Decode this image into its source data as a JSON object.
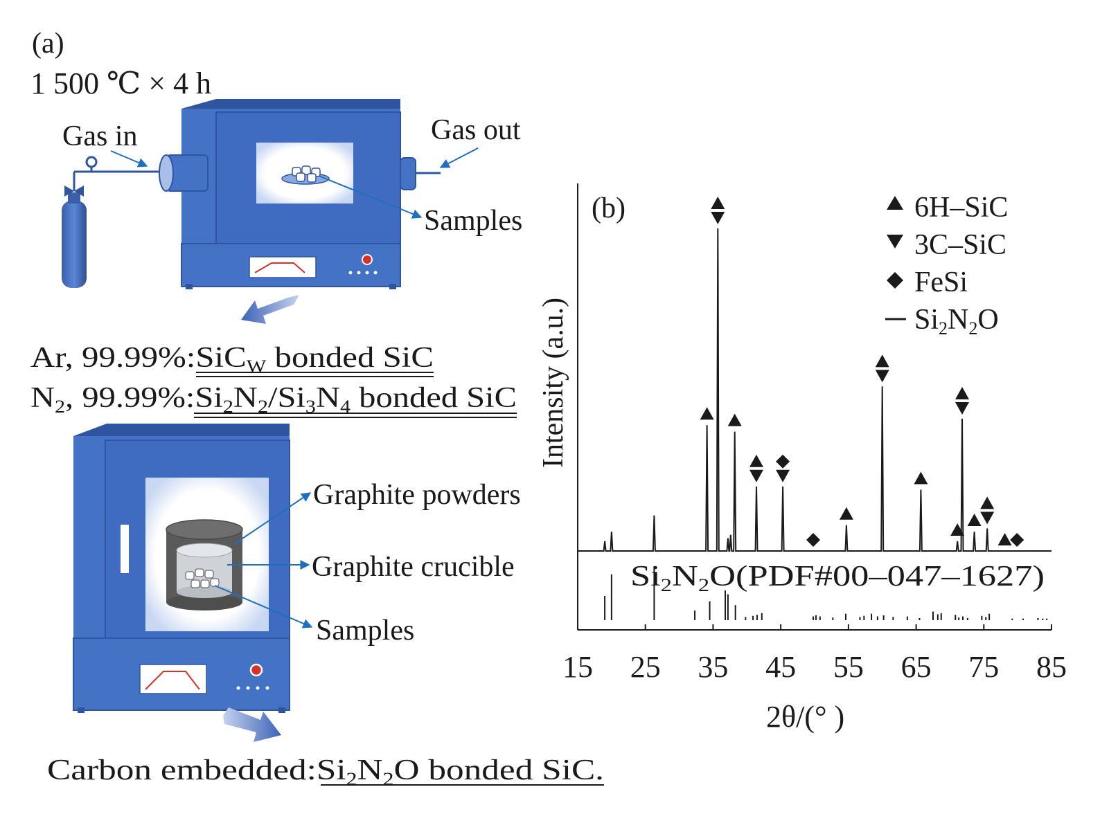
{
  "panel_a": {
    "label": "(a)",
    "condition": "1 500 ℃ × 4 h",
    "gas_in": "Gas in",
    "gas_out": "Gas out",
    "samples_top": "Samples",
    "ar_prefix": "Ar, 99.99%:",
    "ar_product": "SiC",
    "ar_sub": "W",
    "ar_suffix": " bonded SiC",
    "n2_prefix_main": "N",
    "n2_prefix_sub": "2",
    "n2_prefix_rest": ", 99.99%:",
    "n2_p1": "Si",
    "n2_p1_sub": "2",
    "n2_p2": "N",
    "n2_p2_sub": "2",
    "n2_p3": "/Si",
    "n2_p3_sub": "3",
    "n2_p4": "N",
    "n2_p4_sub": "4",
    "n2_suffix": " bonded SiC",
    "graphite_powders": "Graphite powders",
    "graphite_crucible": "Graphite crucible",
    "samples_bottom": "Samples",
    "carbon_prefix": "Carbon embedded:",
    "carbon_p1": "Si",
    "carbon_p1_sub": "2",
    "carbon_p2": "N",
    "carbon_p2_sub": "2",
    "carbon_p3": "O bonded SiC."
  },
  "colors": {
    "furnace_blue": "#4472c4",
    "furnace_dark": "#2f55a0",
    "arrow_blue": "#1f6fbf",
    "heat_red": "#d9302c",
    "crucible_gray": "#5a5a5a",
    "ink": "#1a1a1a"
  },
  "chart_data": {
    "type": "line",
    "label": "(b)",
    "xlabel": "2θ/(° )",
    "ylabel": "Intensity (a.u.)",
    "xlim": [
      15,
      85
    ],
    "xticks": [
      "15",
      "25",
      "35",
      "45",
      "55",
      "65",
      "75",
      "85"
    ],
    "reference_label_main": "Si",
    "reference_label_sub1": "2",
    "reference_label_mid": "N",
    "reference_label_sub2": "2",
    "reference_label_rest": "O(PDF#00–047–1627)",
    "legend": [
      {
        "symbol": "triangle-up",
        "label": "6H–SiC"
      },
      {
        "symbol": "triangle-down",
        "label": "3C–SiC"
      },
      {
        "symbol": "diamond",
        "label": "FeSi"
      },
      {
        "symbol": "dash",
        "label_main": "Si",
        "label_sub1": "2",
        "label_mid": "N",
        "label_sub2": "2",
        "label_rest": "O"
      }
    ],
    "peaks": [
      {
        "x": 19.0,
        "h": 0.03
      },
      {
        "x": 20.0,
        "h": 0.06
      },
      {
        "x": 26.3,
        "h": 0.11
      },
      {
        "x": 34.1,
        "h": 0.39,
        "markers": [
          "triangle-up"
        ]
      },
      {
        "x": 35.7,
        "h": 1.0,
        "markers": [
          "triangle-up",
          "triangle-down"
        ]
      },
      {
        "x": 37.2,
        "h": 0.04
      },
      {
        "x": 37.6,
        "h": 0.05
      },
      {
        "x": 38.2,
        "h": 0.37,
        "markers": [
          "triangle-up"
        ]
      },
      {
        "x": 41.4,
        "h": 0.2,
        "markers": [
          "triangle-up",
          "triangle-down"
        ]
      },
      {
        "x": 45.3,
        "h": 0.2,
        "markers": [
          "diamond",
          "triangle-down"
        ]
      },
      {
        "x": 49.8,
        "h": 0.0,
        "markers": [
          "diamond"
        ]
      },
      {
        "x": 54.7,
        "h": 0.08,
        "markers": [
          "triangle-up"
        ]
      },
      {
        "x": 60.0,
        "h": 0.51,
        "markers": [
          "triangle-up",
          "triangle-down"
        ]
      },
      {
        "x": 65.7,
        "h": 0.19,
        "markers": [
          "triangle-up"
        ]
      },
      {
        "x": 71.1,
        "h": 0.03,
        "markers": [
          "triangle-up"
        ]
      },
      {
        "x": 71.8,
        "h": 0.41,
        "markers": [
          "triangle-up",
          "triangle-down"
        ]
      },
      {
        "x": 73.6,
        "h": 0.06,
        "markers": [
          "triangle-up"
        ]
      },
      {
        "x": 75.5,
        "h": 0.07,
        "markers": [
          "triangle-up",
          "triangle-down"
        ]
      },
      {
        "x": 78.1,
        "h": 0.0,
        "markers": [
          "triangle-up"
        ]
      },
      {
        "x": 79.9,
        "h": 0.0,
        "markers": [
          "diamond"
        ]
      }
    ],
    "reference_sticks": [
      {
        "x": 19.0,
        "h": 0.45
      },
      {
        "x": 20.0,
        "h": 0.85
      },
      {
        "x": 26.3,
        "h": 1.0
      },
      {
        "x": 32.3,
        "h": 0.18
      },
      {
        "x": 34.5,
        "h": 0.35
      },
      {
        "x": 36.8,
        "h": 0.55
      },
      {
        "x": 37.2,
        "h": 0.48
      },
      {
        "x": 38.3,
        "h": 0.28
      },
      {
        "x": 39.8,
        "h": 0.06
      },
      {
        "x": 40.9,
        "h": 0.08
      },
      {
        "x": 41.5,
        "h": 0.1
      },
      {
        "x": 42.2,
        "h": 0.13
      },
      {
        "x": 49.8,
        "h": 0.07
      },
      {
        "x": 50.2,
        "h": 0.09
      },
      {
        "x": 50.8,
        "h": 0.07
      },
      {
        "x": 52.7,
        "h": 0.05
      },
      {
        "x": 54.6,
        "h": 0.12
      },
      {
        "x": 56.7,
        "h": 0.06
      },
      {
        "x": 57.3,
        "h": 0.08
      },
      {
        "x": 58.4,
        "h": 0.12
      },
      {
        "x": 59.3,
        "h": 0.07
      },
      {
        "x": 60.2,
        "h": 0.09
      },
      {
        "x": 61.6,
        "h": 0.06
      },
      {
        "x": 63.7,
        "h": 0.07
      },
      {
        "x": 65.5,
        "h": 0.04
      },
      {
        "x": 67.5,
        "h": 0.16
      },
      {
        "x": 68.2,
        "h": 0.11
      },
      {
        "x": 68.7,
        "h": 0.13
      },
      {
        "x": 70.8,
        "h": 0.1
      },
      {
        "x": 71.3,
        "h": 0.05
      },
      {
        "x": 71.9,
        "h": 0.07
      },
      {
        "x": 72.6,
        "h": 0.04
      },
      {
        "x": 74.7,
        "h": 0.08
      },
      {
        "x": 75.3,
        "h": 0.06
      },
      {
        "x": 75.8,
        "h": 0.12
      },
      {
        "x": 79.2,
        "h": 0.03
      },
      {
        "x": 80.8,
        "h": 0.03
      },
      {
        "x": 83.0,
        "h": 0.04
      },
      {
        "x": 83.7,
        "h": 0.03
      },
      {
        "x": 84.3,
        "h": 0.03
      }
    ]
  }
}
